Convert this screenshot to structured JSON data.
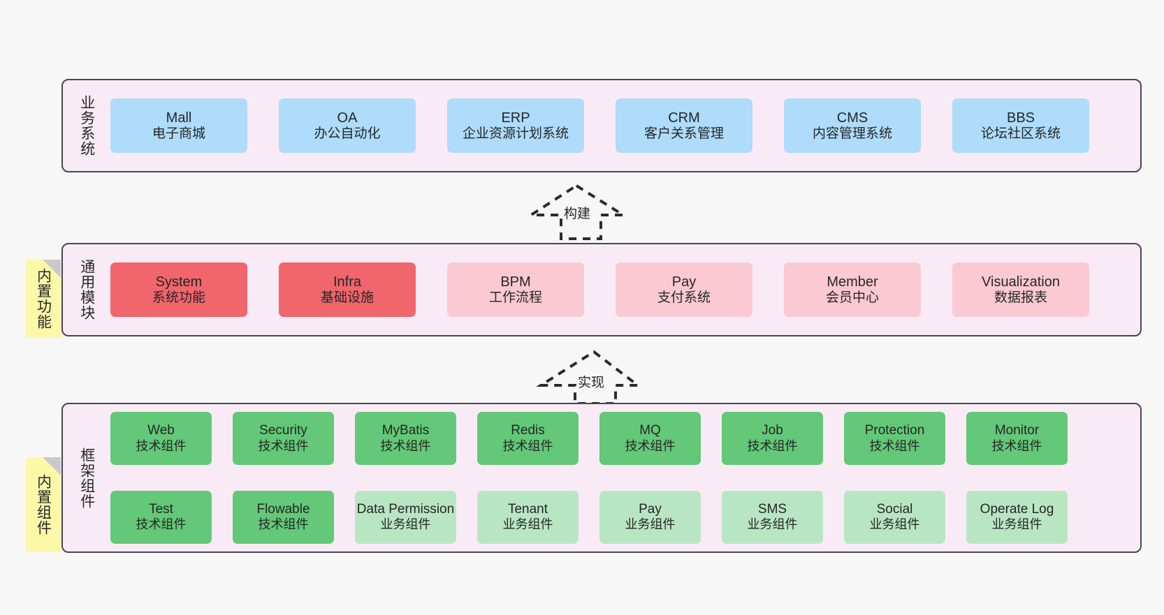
{
  "diagram": {
    "title": "",
    "background_color": "#f7f7f7",
    "layer_fill": "#f9ebf5",
    "layer_border": "#4a4452"
  },
  "layers": [
    {
      "id": "business-system",
      "label": "业务系统",
      "boxes": [
        {
          "name": "Mall",
          "desc": "电子商城",
          "style": "biz"
        },
        {
          "name": "OA",
          "desc": "办公自动化",
          "style": "biz"
        },
        {
          "name": "ERP",
          "desc": "企业资源计划系统",
          "style": "biz"
        },
        {
          "name": "CRM",
          "desc": "客户关系管理",
          "style": "biz"
        },
        {
          "name": "CMS",
          "desc": "内容管理系统",
          "style": "biz"
        },
        {
          "name": "BBS",
          "desc": "论坛社区系统",
          "style": "biz"
        }
      ]
    },
    {
      "id": "common-module",
      "label": "通用模块",
      "boxes": [
        {
          "name": "System",
          "desc": "系统功能",
          "style": "mod-strong"
        },
        {
          "name": "Infra",
          "desc": "基础设施",
          "style": "mod-strong"
        },
        {
          "name": "BPM",
          "desc": "工作流程",
          "style": "mod-soft"
        },
        {
          "name": "Pay",
          "desc": "支付系统",
          "style": "mod-soft"
        },
        {
          "name": "Member",
          "desc": "会员中心",
          "style": "mod-soft"
        },
        {
          "name": "Visualization",
          "desc": "数据报表",
          "style": "mod-soft"
        }
      ]
    },
    {
      "id": "framework-component",
      "label": "框架组件",
      "row1": [
        {
          "name": "Web",
          "desc": "技术组件",
          "style": "fw-strong"
        },
        {
          "name": "Security",
          "desc": "技术组件",
          "style": "fw-strong"
        },
        {
          "name": "MyBatis",
          "desc": "技术组件",
          "style": "fw-strong"
        },
        {
          "name": "Redis",
          "desc": "技术组件",
          "style": "fw-strong"
        },
        {
          "name": "MQ",
          "desc": "技术组件",
          "style": "fw-strong"
        },
        {
          "name": "Job",
          "desc": "技术组件",
          "style": "fw-strong"
        },
        {
          "name": "Protection",
          "desc": "技术组件",
          "style": "fw-strong"
        },
        {
          "name": "Monitor",
          "desc": "技术组件",
          "style": "fw-strong"
        }
      ],
      "row2": [
        {
          "name": "Test",
          "desc": "技术组件",
          "style": "fw-strong"
        },
        {
          "name": "Flowable",
          "desc": "技术组件",
          "style": "fw-strong"
        },
        {
          "name": "Data Permission",
          "desc": "业务组件",
          "style": "fw-soft"
        },
        {
          "name": "Tenant",
          "desc": "业务组件",
          "style": "fw-soft"
        },
        {
          "name": "Pay",
          "desc": "业务组件",
          "style": "fw-soft"
        },
        {
          "name": "SMS",
          "desc": "业务组件",
          "style": "fw-soft"
        },
        {
          "name": "Social",
          "desc": "业务组件",
          "style": "fw-soft"
        },
        {
          "name": "Operate Log",
          "desc": "业务组件",
          "style": "fw-soft"
        }
      ]
    }
  ],
  "notes": [
    {
      "id": "builtin-function",
      "label": "内置功能"
    },
    {
      "id": "builtin-component",
      "label": "内置组件"
    }
  ],
  "arrows": [
    {
      "id": "build-arrow",
      "label": "构建"
    },
    {
      "id": "implement-arrow",
      "label": "实现"
    }
  ]
}
